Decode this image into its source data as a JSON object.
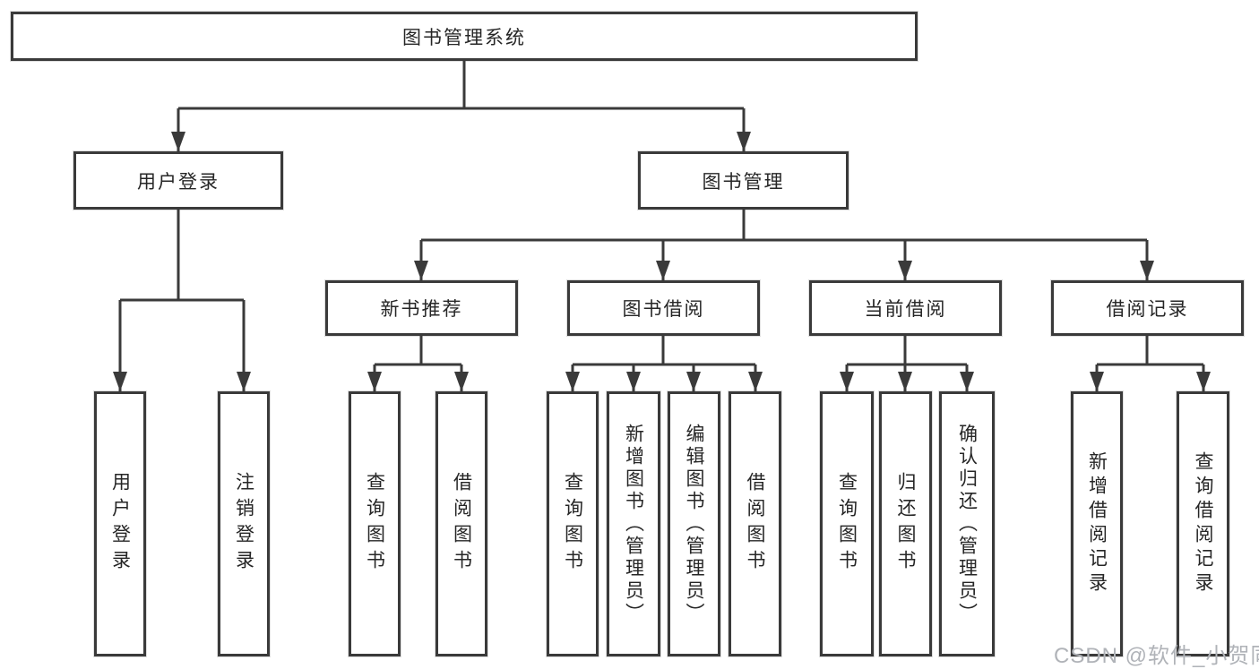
{
  "diagram_type": "hierarchy-structure-chart",
  "tree": {
    "label": "图书管理系统",
    "children": [
      {
        "label": "用户登录",
        "children": [
          {
            "label": "用户登录"
          },
          {
            "label": "注销登录"
          }
        ]
      },
      {
        "label": "图书管理",
        "children": [
          {
            "label": "新书推荐",
            "children": [
              {
                "label": "查询图书"
              },
              {
                "label": "借阅图书"
              }
            ]
          },
          {
            "label": "图书借阅",
            "children": [
              {
                "label": "查询图书"
              },
              {
                "label": "新增图书（管理员）"
              },
              {
                "label": "编辑图书（管理员）"
              },
              {
                "label": "借阅图书"
              }
            ]
          },
          {
            "label": "当前借阅",
            "children": [
              {
                "label": "查询图书"
              },
              {
                "label": "归还图书"
              },
              {
                "label": "确认归还（管理员）"
              }
            ]
          },
          {
            "label": "借阅记录",
            "children": [
              {
                "label": "新增借阅记录"
              },
              {
                "label": "查询借阅记录"
              }
            ]
          }
        ]
      }
    ]
  },
  "watermark": {
    "text": "CSDN @软件_小贺同学",
    "color": "#b0b3b8"
  },
  "colors": {
    "line": "#3a3a3a",
    "box_border": "#3a3a3a",
    "box_fill": "#ffffff",
    "text": "#262626",
    "background": "#ffffff"
  }
}
